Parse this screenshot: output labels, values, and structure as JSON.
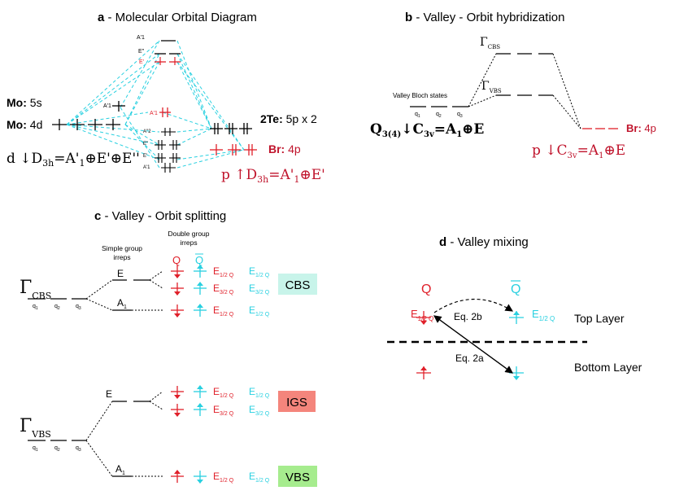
{
  "colors": {
    "black": "#000000",
    "red": "#e0202a",
    "darkred": "#c0142c",
    "cyan": "#28d0e0",
    "cbs_badge": "#c8f4ea",
    "igs_badge": "#f4857c",
    "vbs_badge": "#a6ec8e"
  },
  "panel_a": {
    "letter": "a",
    "title": " - Molecular Orbital Diagram",
    "mo_label": "Mo:",
    "mo_5s": " 5s",
    "mo_4d": " 4d",
    "te_label": "2Te:",
    "te_orb": " 5p x 2",
    "br_label": "Br:",
    "br_orb": " 4p",
    "sym_top_a1": "A'1",
    "sym_top_e2": "E''",
    "sym_top_e1": "E'",
    "sym_mid_a1_l": "A'1",
    "sym_mid_a1_r": "A'1",
    "sym_low_a2": "A''2",
    "sym_low_e2": "E''",
    "sym_low_e1": "E'",
    "sym_low_a1": "A'1",
    "eq_d_prefix": "d ↓D",
    "eq_d_sub": "3h",
    "eq_d_rest": "=A'",
    "eq_d_sub1": "1",
    "eq_d_tail": "⊕E'⊕E''",
    "eq_p_prefix": "p ↑D",
    "eq_p_sub": "3h",
    "eq_p_rest": "=A'",
    "eq_p_sub1": "1",
    "eq_p_tail": "⊕E'"
  },
  "panel_b": {
    "letter": "b",
    "title": " - Valley  - Orbit hybridization",
    "gamma": "Γ",
    "cbs_sub": "CBS",
    "vbs_sub": "VBS",
    "bloch_label": "Valley Bloch states",
    "q": "q",
    "br_label": "Br:",
    "br_orb": " 4p",
    "eq_q_prefix": "Q",
    "eq_q_sub": "3(4)",
    "eq_q_mid": "↓C",
    "eq_q_sub2": "3v",
    "eq_q_rest": "=A",
    "eq_q_sub3": "1",
    "eq_q_tail": "⊕E",
    "eq_p_prefix": "p ↓C",
    "eq_p_sub": "3v",
    "eq_p_rest": "=A",
    "eq_p_sub1": "1",
    "eq_p_tail": "⊕E"
  },
  "panel_c": {
    "letter": "c",
    "title": " - Valley  - Orbit splitting",
    "simple_group": [
      "Simple group",
      "irreps"
    ],
    "double_group": [
      "Double group",
      "irreps"
    ],
    "col_q": "Q",
    "col_qbar": "Q",
    "gamma": "Γ",
    "cbs_sub": "CBS",
    "vbs_sub": "VBS",
    "q": "q",
    "irrep_e": "E",
    "irrep_a": "A",
    "e_half": "E",
    "e_three_half": "E",
    "sub_half_q": "1/2 Q",
    "sub_three_half_q": "3/2 Q",
    "sub_half_qbar": "1/2 Q",
    "sub_three_half_qbar": "3/2 Q",
    "badge_cbs": "CBS",
    "badge_igs": "IGS",
    "badge_vbs": "VBS"
  },
  "panel_d": {
    "letter": "d",
    "title": " - Valley  mixing",
    "col_q": "Q",
    "col_qbar": "Q",
    "e_label": "E",
    "sub_q": "1/2 Q",
    "sub_qbar": "1/2 Q",
    "eq_2b": "Eq. 2b",
    "eq_2a": "Eq. 2a",
    "top_layer": "Top Layer",
    "bottom_layer": "Bottom Layer"
  }
}
